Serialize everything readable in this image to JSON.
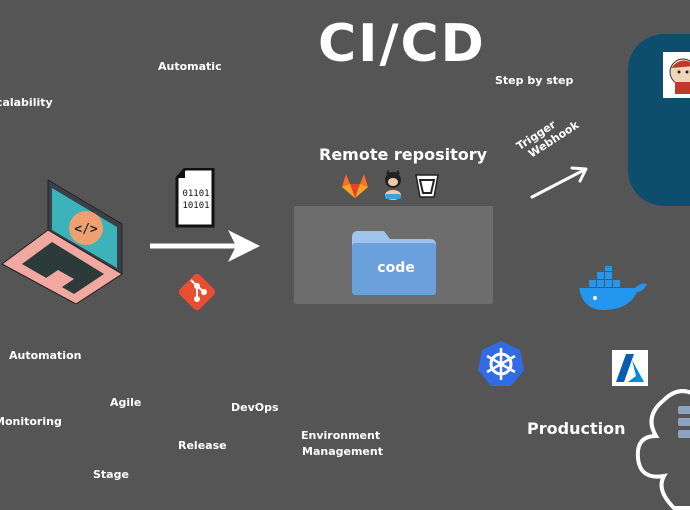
{
  "title": "CI/CD",
  "labels": {
    "automatic": "Automatic",
    "scalability": "Scalability",
    "step_by_step": "Step by step",
    "remote_repository": "Remote repository",
    "trigger": "Trigger",
    "webhook": "Webhook",
    "code": "code",
    "automation": "Automation",
    "agile": "Agile",
    "monitoring": "Monitoring",
    "devops": "DevOps",
    "release": "Release",
    "environment": "Environment",
    "management": "Management",
    "stage": "Stage",
    "production": "Production"
  },
  "binary": [
    "01101",
    "10101"
  ],
  "icons": [
    "laptop-code-icon",
    "binary-file-icon",
    "git-icon",
    "gitlab-icon",
    "github-icon",
    "bitbucket-icon",
    "folder-icon",
    "jenkins-icon",
    "docker-icon",
    "kubernetes-icon",
    "azure-icon",
    "cloud-icon"
  ],
  "colors": {
    "background": "#555555",
    "panel": "#0d4d6e",
    "git": "#e94e31",
    "kubernetes": "#326ce5",
    "docker": "#2496ed",
    "azure": "#0078d4",
    "folder": "#6aa0dc"
  }
}
